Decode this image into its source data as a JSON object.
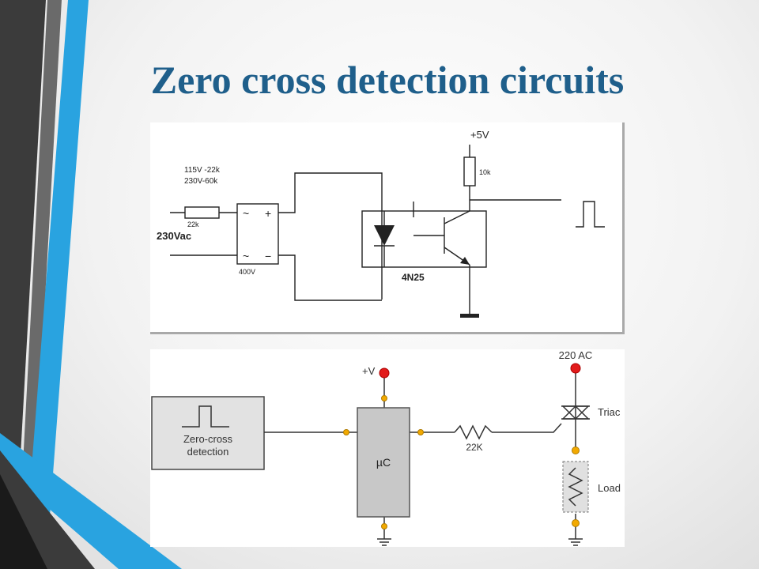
{
  "slide": {
    "title": "Zero cross detection circuits"
  },
  "circuit_optocoupler": {
    "supply_label": "+5V",
    "pullup_resistor_label": "10k",
    "resistor_note_line1": "115V -22k",
    "resistor_note_line2": "230V-60k",
    "input_resistor_label": "22k",
    "input_label": "230Vac",
    "bridge_plus": "+",
    "bridge_minus": "−",
    "bridge_ac_symbol": "~",
    "bridge_rating": "400V",
    "optocoupler_label": "4N25"
  },
  "circuit_triac": {
    "zero_cross_line1": "Zero-cross",
    "zero_cross_line2": "detection",
    "supply_label": "+V",
    "mcu_label": "µC",
    "resistor_label": "22K",
    "ac_label": "220 AC",
    "triac_label": "Triac",
    "load_label": "Load"
  },
  "colors": {
    "title": "#1f5f8b",
    "accent_blue": "#29a3e0",
    "accent_dark": "#3d3d3d",
    "node_orange": "#f2a900",
    "supply_red": "#e21b1b"
  }
}
